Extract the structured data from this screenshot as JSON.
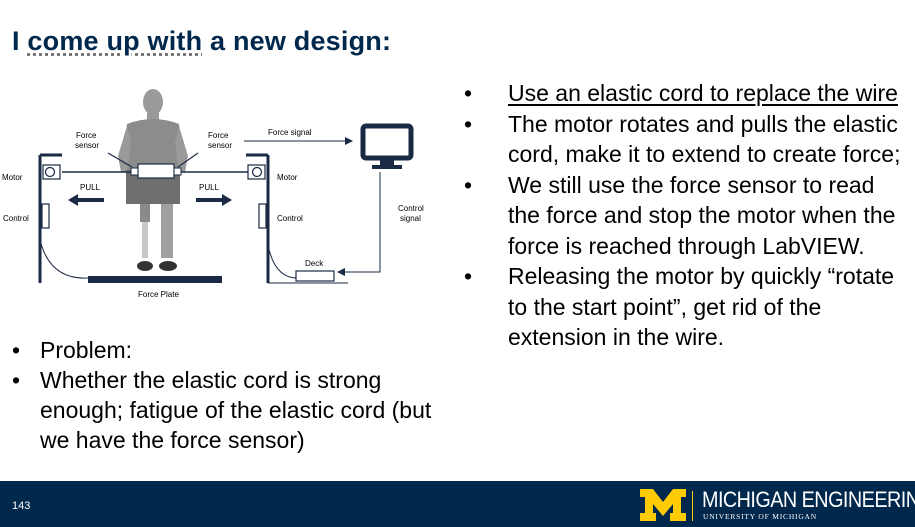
{
  "slide": {
    "title_prefix": "I ",
    "title_underlined": "come up with",
    "title_suffix": " a new design:"
  },
  "diagram": {
    "labels": {
      "force_sensor_left": [
        "Force",
        "sensor"
      ],
      "force_sensor_right": [
        "Force",
        "sensor"
      ],
      "force_signal": "Force signal",
      "motor_left": "Motor",
      "motor_right": "Motor",
      "pull_left": "PULL",
      "pull_right": "PULL",
      "control_left": "Control",
      "control_right": "Control",
      "control_signal": [
        "Control",
        "signal"
      ],
      "deck": "Deck",
      "force_plate": "Force Plate"
    }
  },
  "left_bullets": [
    {
      "bullet": "•",
      "text": "Problem:"
    },
    {
      "bullet": "•",
      "text": "Whether the elastic cord is strong enough; fatigue of the elastic cord (but we have the force sensor)"
    }
  ],
  "right_bullets": [
    {
      "bullet": "•",
      "text": "Use an elastic cord to replace the wire",
      "underline": true
    },
    {
      "bullet": "•",
      "text": "The motor rotates and pulls the elastic cord, make it to extend to create force;"
    },
    {
      "bullet": "•",
      "text": "We still use the force sensor to read the force and stop the motor when the force is reached through LabVIEW."
    },
    {
      "bullet": "•",
      "text": "Releasing the motor by quickly “rotate to the start point”, get rid of the extension in the wire."
    }
  ],
  "footer": {
    "page_number": "143",
    "logo_name": "MICHIGAN ENGINEERING",
    "logo_sub": "UNIVERSITY OF MICHIGAN",
    "colors": {
      "navy": "#00274c",
      "maize": "#ffcb05"
    }
  }
}
